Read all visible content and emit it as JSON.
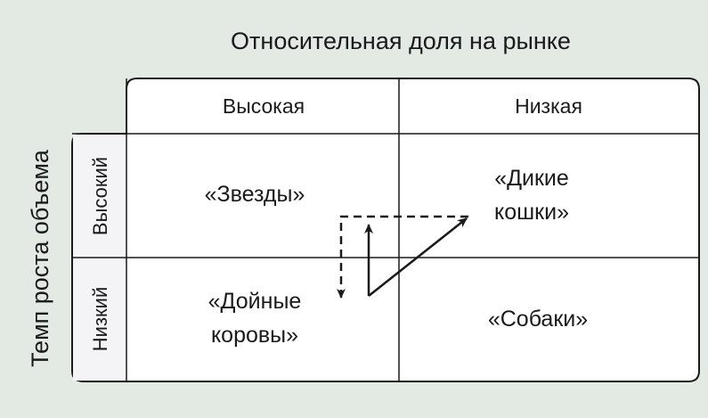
{
  "x_axis_title": "Относительная доля на рынке",
  "y_axis_title": "Темп роста объема",
  "columns": [
    "Высокая",
    "Низкая"
  ],
  "rows": [
    "Высокий",
    "Низкий"
  ],
  "quadrants": {
    "stars": "«Звезды»",
    "wildcats_line1": "«Дикие",
    "wildcats_line2": "кошки»",
    "cows_line1": "«Дойные",
    "cows_line2": "коровы»",
    "dogs": "«Собаки»"
  }
}
